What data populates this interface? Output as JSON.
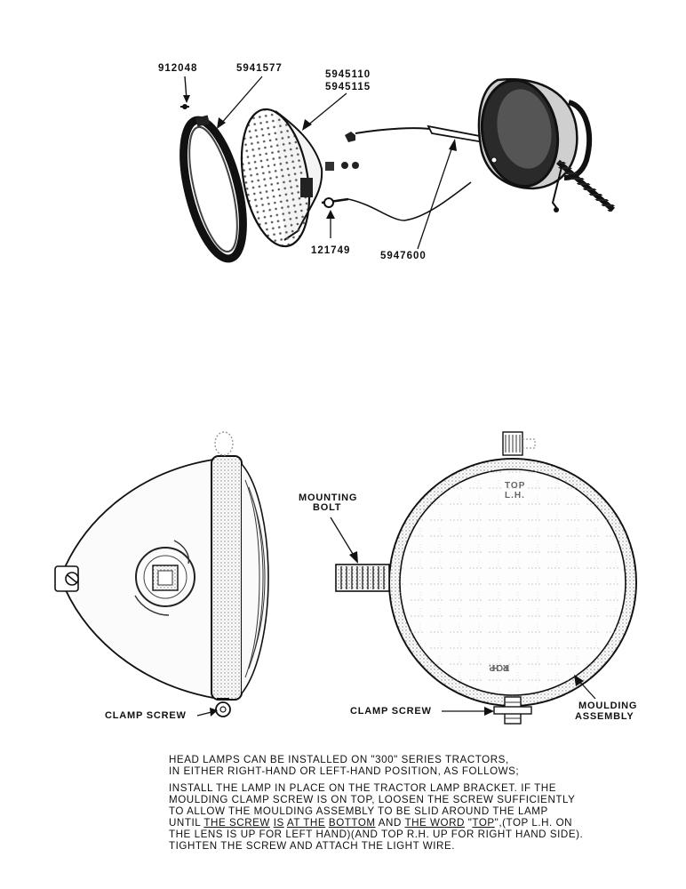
{
  "exploded_view": {
    "part_numbers": {
      "screw": "912048",
      "retaining_ring": "5941577",
      "sealed_beam_a": "5945110",
      "sealed_beam_b": "5945115",
      "connector": "121749",
      "lamp_body": "5947600"
    }
  },
  "assembly_views": {
    "labels": {
      "mounting_bolt_line1": "MOUNTING",
      "mounting_bolt_line2": "BOLT",
      "clamp_screw_side": "CLAMP SCREW",
      "clamp_screw_front": "CLAMP SCREW",
      "moulding_line1": "MOULDING",
      "moulding_line2": "ASSEMBLY",
      "lens_top_line1": "TOP",
      "lens_top_line2": "L.H.",
      "lens_bottom_line1": "TOP",
      "lens_bottom_line2": "R.H."
    }
  },
  "instructions": {
    "para1_line1": "HEAD LAMPS CAN BE INSTALLED ON \"300\" SERIES TRACTORS,",
    "para1_line2": "IN EITHER RIGHT-HAND OR LEFT-HAND POSITION, AS FOLLOWS;",
    "para2_line1": "INSTALL THE LAMP IN PLACE ON THE TRACTOR LAMP BRACKET.  IF THE",
    "para2_line2": "MOULDING CLAMP SCREW IS ON TOP, LOOSEN THE SCREW SUFFICIENTLY",
    "para2_line3": "TO ALLOW THE MOULDING ASSEMBLY TO BE SLID AROUND THE LAMP",
    "para2_line4_pre": "UNTIL ",
    "para2_line4_u1": "THE SCREW",
    "para2_line4_sp1": " ",
    "para2_line4_u2": "IS",
    "para2_line4_sp2": " ",
    "para2_line4_u3": "AT THE",
    "para2_line4_sp3": " ",
    "para2_line4_u4": "BOTTOM",
    "para2_line4_mid": " AND ",
    "para2_line4_u5": "THE WORD",
    "para2_line4_sp4": " \"",
    "para2_line4_u6": "TOP",
    "para2_line4_post": "\",(TOP L.H. ON",
    "para2_line5": "THE LENS IS UP FOR LEFT HAND)(AND TOP R.H. UP FOR RIGHT HAND SIDE).",
    "para2_line6": "TIGHTEN THE SCREW AND ATTACH THE LIGHT WIRE."
  }
}
